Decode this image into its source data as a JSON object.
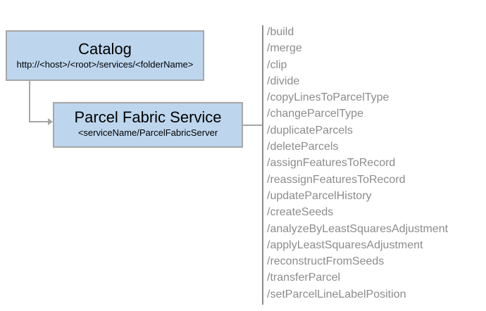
{
  "diagram": {
    "catalog_box": {
      "title": "Catalog",
      "subtitle": "http://<host>/<root>/services/<folderName>"
    },
    "service_box": {
      "title": "Parcel Fabric Service",
      "subtitle": "<serviceName/ParcelFabricServer"
    },
    "endpoints": [
      "/build",
      "/merge",
      "/clip",
      "/divide",
      "/copyLinesToParcelType",
      "/changeParcelType",
      "/duplicateParcels",
      "/deleteParcels",
      "/assignFeaturesToRecord",
      "/reassignFeaturesToRecord",
      "/updateParcelHistory",
      "/createSeeds",
      "/analyzeByLeastSquaresAdjustment",
      "/applyLeastSquaresAdjustment",
      "/reconstructFromSeeds",
      "/transferParcel",
      "/setParcelLineLabelPosition"
    ],
    "colors": {
      "box_fill": "#BDD6EE",
      "box_border": "#A6A6A6",
      "connector": "#A6A6A6",
      "divider": "#8C8C8C",
      "endpoint_text": "#8C8C8C",
      "box_text": "#000000"
    }
  }
}
